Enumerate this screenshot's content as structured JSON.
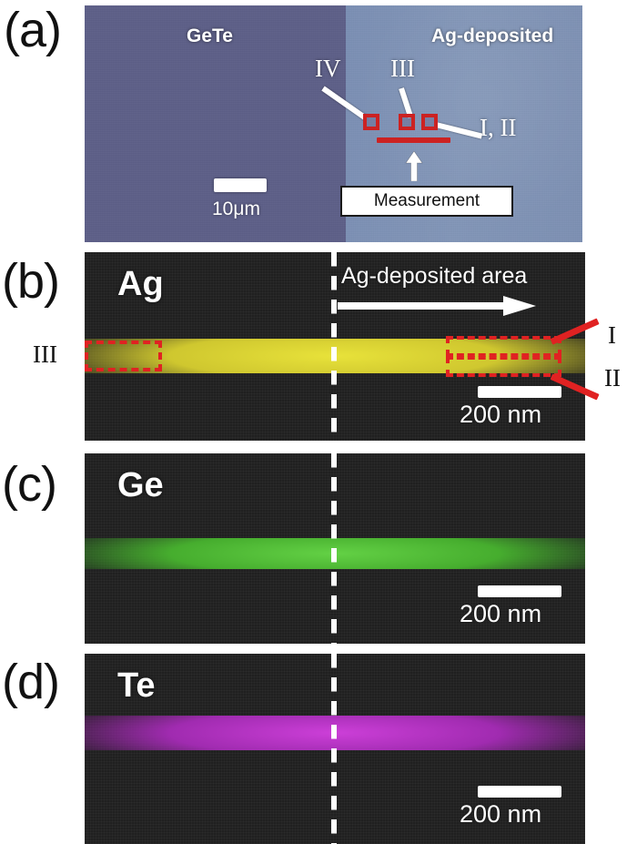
{
  "figure": {
    "panels": [
      {
        "id": "a",
        "letter": "(a)",
        "type": "optical-micrograph",
        "region_labels": [
          "GeTe",
          "Ag-deposited"
        ],
        "left_region_label": "GeTe",
        "right_region_label": "Ag-deposited",
        "roi_labels": [
          "IV",
          "III",
          "I, II"
        ],
        "roi_label_iv": "IV",
        "roi_label_iii": "III",
        "roi_label_i_ii": "I, II",
        "callout": "Measurement",
        "scalebar_label": "10μm",
        "colors": {
          "gete_region": "#5d5f88",
          "ag_region": "#7f93b6",
          "roi_outline": "#cc2222",
          "callout_background": "#ffffff"
        }
      },
      {
        "id": "b",
        "letter": "(b)",
        "type": "eds-elemental-map",
        "element": "Ag",
        "annotation": "Ag-deposited area",
        "roi_label_iii": "III",
        "roi_label_i": "I",
        "roi_label_ii": "II",
        "scalebar_label": "200 nm",
        "colors": {
          "background": "#222222",
          "signal": "#ddd634",
          "roi_outline": "#e02222",
          "interface_line": "#ffffff"
        }
      },
      {
        "id": "c",
        "letter": "(c)",
        "type": "eds-elemental-map",
        "element": "Ge",
        "scalebar_label": "200 nm",
        "colors": {
          "background": "#222222",
          "signal": "#4fbb30",
          "interface_line": "#ffffff"
        }
      },
      {
        "id": "d",
        "letter": "(d)",
        "type": "eds-elemental-map",
        "element": "Te",
        "scalebar_label": "200 nm",
        "colors": {
          "background": "#222222",
          "signal": "#b230c0",
          "interface_line": "#ffffff"
        }
      }
    ]
  }
}
